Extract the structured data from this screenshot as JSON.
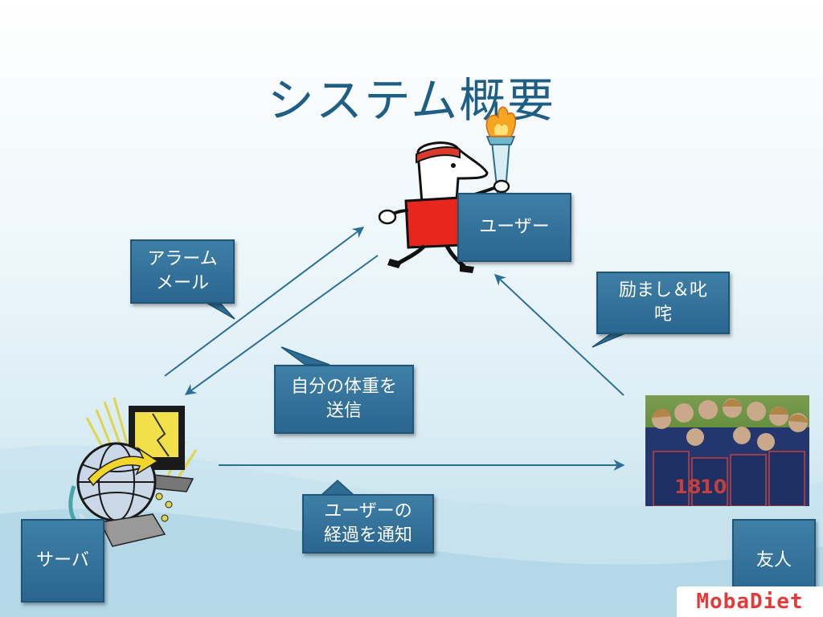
{
  "slide": {
    "title": "システム概要"
  },
  "labels": {
    "user": "ユーザー",
    "server": "サーバ",
    "friend": "友人"
  },
  "callouts": {
    "alarm_mail": "アラーム\nメール",
    "send_weight": "自分の体重を\n送信",
    "notify_progress": "ユーザーの\n経過を通知",
    "encourage_scold": "励まし＆叱\n咤"
  },
  "images": {
    "user": "runner-with-torch-clipart",
    "server": "computer-globe-server-clipart",
    "friend": "softball-team-huddle-photo"
  },
  "logo": {
    "text": "MobaDiet"
  },
  "colors": {
    "title": "#1f5f86",
    "box_fill": "#2f6f98",
    "arrow": "#2a6f96",
    "logo": "#e63a3a"
  }
}
